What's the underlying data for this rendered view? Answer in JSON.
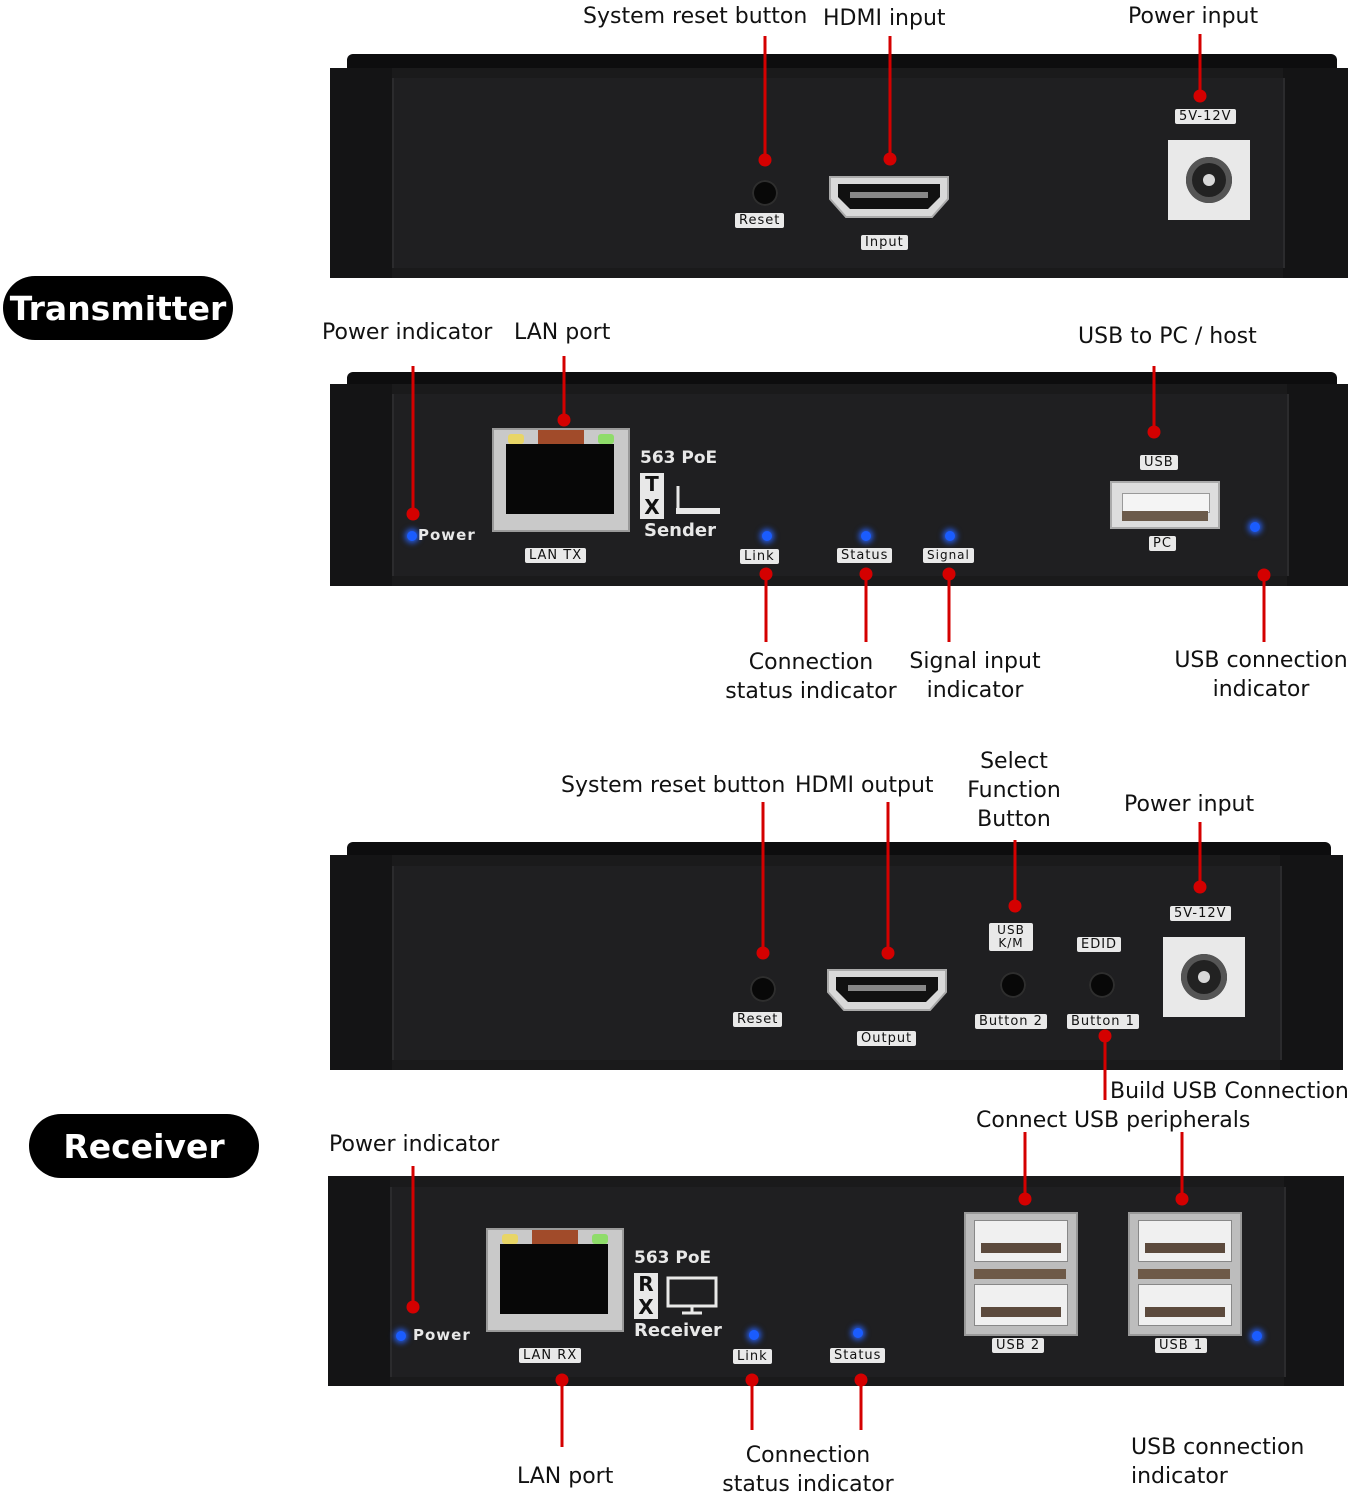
{
  "sections": {
    "transmitter": "Transmitter",
    "receiver": "Receiver"
  },
  "colors": {
    "leader_line": "#d40000",
    "led": "#1a5cff",
    "device": "#1a1a1b"
  },
  "transmitter_front": {
    "callouts": {
      "reset": "System reset button",
      "hdmi": "HDMI input",
      "power": "Power input"
    },
    "labels": {
      "reset": "Reset",
      "hdmi": "Input",
      "voltage": "5V-12V"
    }
  },
  "transmitter_back": {
    "callouts": {
      "power_indicator": "Power indicator",
      "lan": "LAN port",
      "usb_host": "USB to PC / host",
      "connection_1": "Connection",
      "connection_2": "status indicator",
      "signal_1": "Signal input",
      "signal_2": "indicator",
      "usb_conn_1": "USB connection",
      "usb_conn_2": "indicator"
    },
    "labels": {
      "power": "Power",
      "lan": "LAN TX",
      "logo_top": "563 PoE",
      "logo_t": "T",
      "logo_x": "X",
      "logo_bottom": "Sender",
      "link": "Link",
      "status": "Status",
      "signal": "Signal",
      "usb": "USB",
      "pc": "PC"
    }
  },
  "receiver_front": {
    "callouts": {
      "reset": "System reset button",
      "hdmi": "HDMI output",
      "select_1": "Select",
      "select_2": "Function",
      "select_3": "Button",
      "power": "Power input",
      "build_usb": "Build USB Connection"
    },
    "labels": {
      "reset": "Reset",
      "hdmi": "Output",
      "usb_km_1": "USB",
      "usb_km_2": "K/M",
      "edid": "EDID",
      "button2": "Button 2",
      "button1": "Button 1",
      "voltage": "5V-12V"
    }
  },
  "receiver_back": {
    "callouts": {
      "power_indicator": "Power indicator",
      "connect_usb": "Connect USB peripherals",
      "lan": "LAN port",
      "connection_1": "Connection",
      "connection_2": "status indicator",
      "usb_conn_1": "USB connection",
      "usb_conn_2": "indicator"
    },
    "labels": {
      "power": "Power",
      "lan": "LAN RX",
      "logo_top": "563 PoE",
      "logo_r": "R",
      "logo_x": "X",
      "logo_bottom": "Receiver",
      "link": "Link",
      "status": "Status",
      "usb2": "USB 2",
      "usb1": "USB 1"
    }
  }
}
